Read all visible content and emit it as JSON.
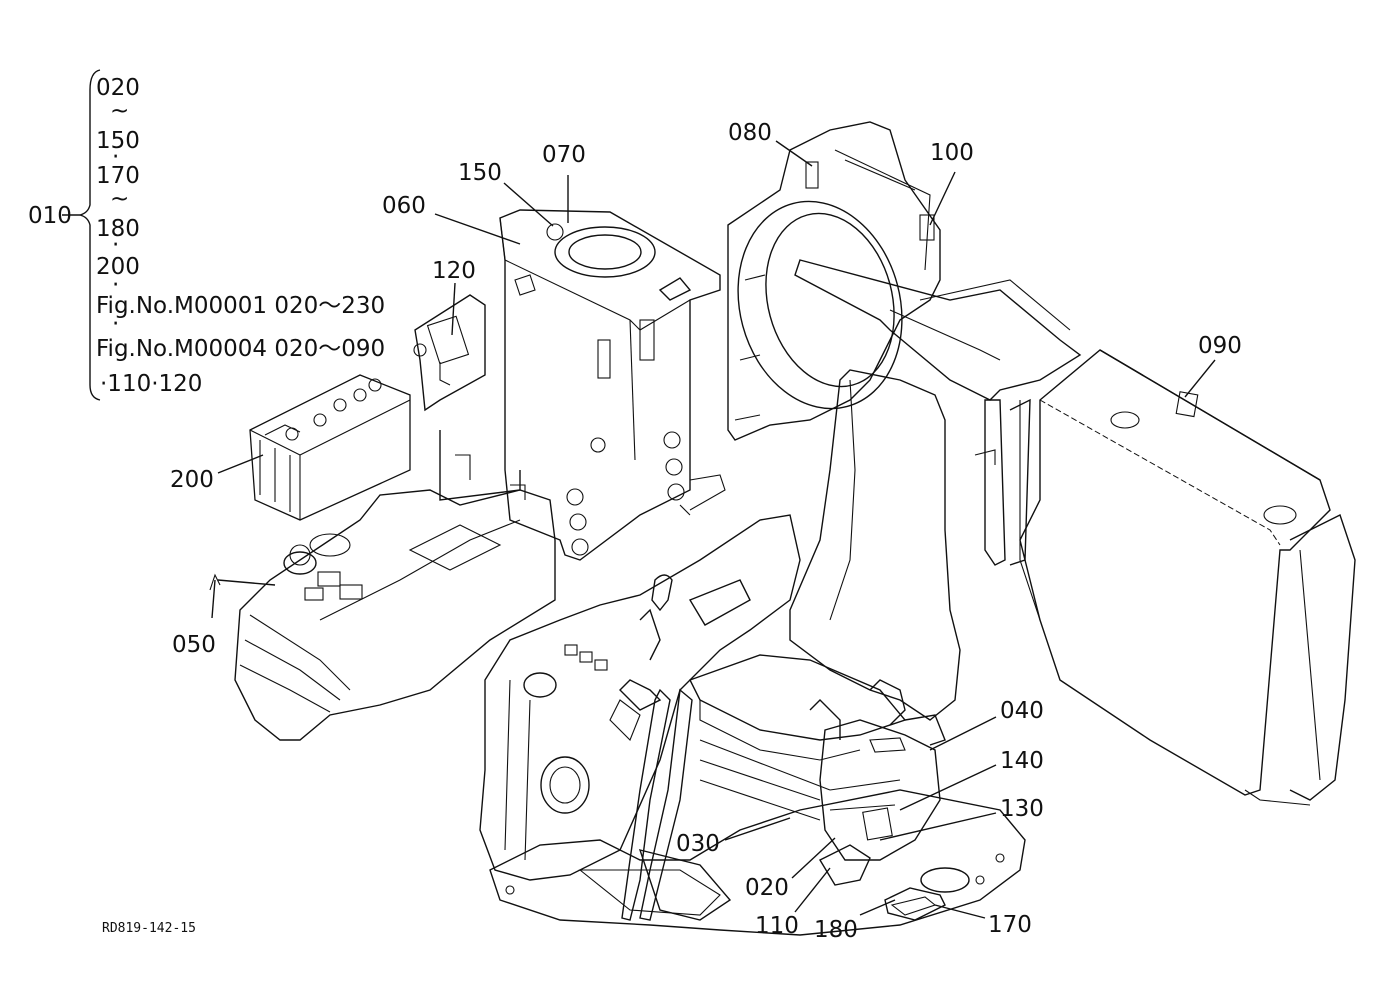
{
  "legend": {
    "main_ref": "010",
    "lines": [
      "020",
      "~",
      "150",
      "·",
      "170",
      "~",
      "180",
      "·",
      "200",
      "·",
      "Fig.No.M00001  020～230",
      "·",
      "Fig.No.M00004  020～090",
      "·110·120"
    ]
  },
  "callouts": [
    {
      "id": "070",
      "label": "070"
    },
    {
      "id": "150",
      "label": "150"
    },
    {
      "id": "060",
      "label": "060"
    },
    {
      "id": "120",
      "label": "120"
    },
    {
      "id": "200",
      "label": "200"
    },
    {
      "id": "050",
      "label": "050"
    },
    {
      "id": "080",
      "label": "080"
    },
    {
      "id": "100",
      "label": "100"
    },
    {
      "id": "090",
      "label": "090"
    },
    {
      "id": "040",
      "label": "040"
    },
    {
      "id": "140",
      "label": "140"
    },
    {
      "id": "130",
      "label": "130"
    },
    {
      "id": "030",
      "label": "030"
    },
    {
      "id": "020",
      "label": "020"
    },
    {
      "id": "110",
      "label": "110"
    },
    {
      "id": "180",
      "label": "180"
    },
    {
      "id": "170",
      "label": "170"
    }
  ],
  "drawing_number": "RD819-142-15"
}
